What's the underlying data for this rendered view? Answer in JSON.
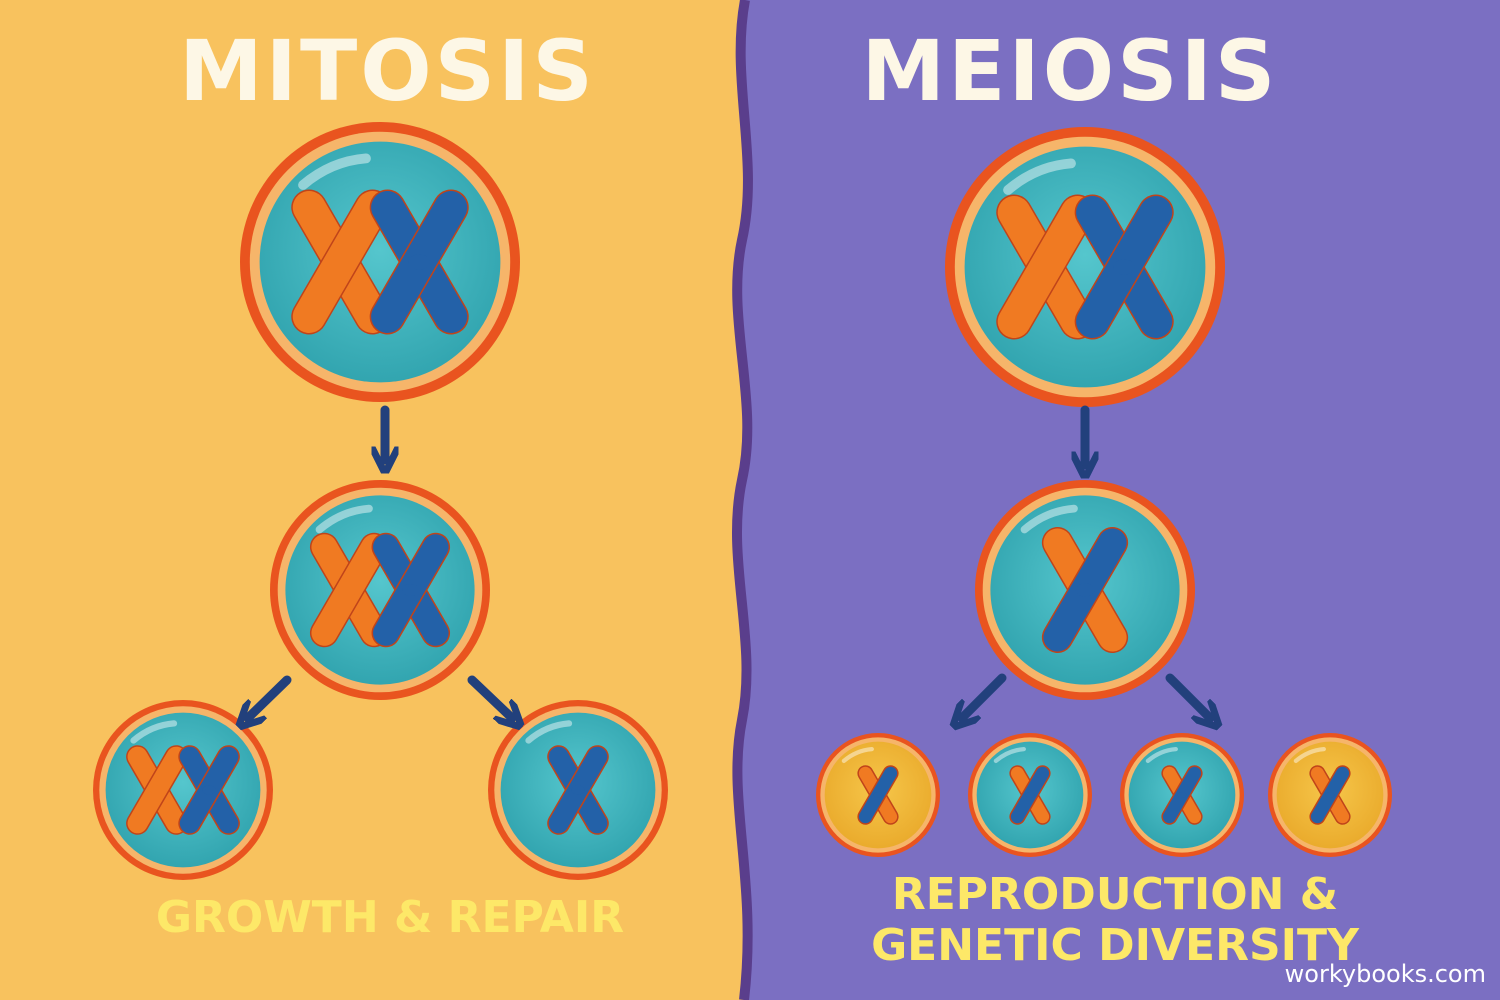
{
  "mitosis": {
    "title": "MITOSIS",
    "caption": "GROWTH & REPAIR"
  },
  "meiosis": {
    "title": "MEIOSIS",
    "caption_line1": "REPRODUCTION &",
    "caption_line2": "GENETIC DIVERSITY"
  },
  "watermark": "workybooks.com",
  "colors": {
    "left_background": "#f8c25e",
    "right_background": "#7b6fc2",
    "divider": "#5a3e8c",
    "cell_fill": "#3bb3bd",
    "cell_ring": "#e9541f",
    "cell_inner_ring": "#f6b56a",
    "gamete_fill": "#f1b733",
    "chromosome_orange": "#f07a22",
    "chromosome_blue": "#2361a8",
    "arrow": "#22407c",
    "caption_text": "#fde868",
    "title_text": "#fdf7e6"
  },
  "icons": {
    "chromosome": "x-shaped-chromosome-icon",
    "arrow": "down-arrow-icon"
  }
}
